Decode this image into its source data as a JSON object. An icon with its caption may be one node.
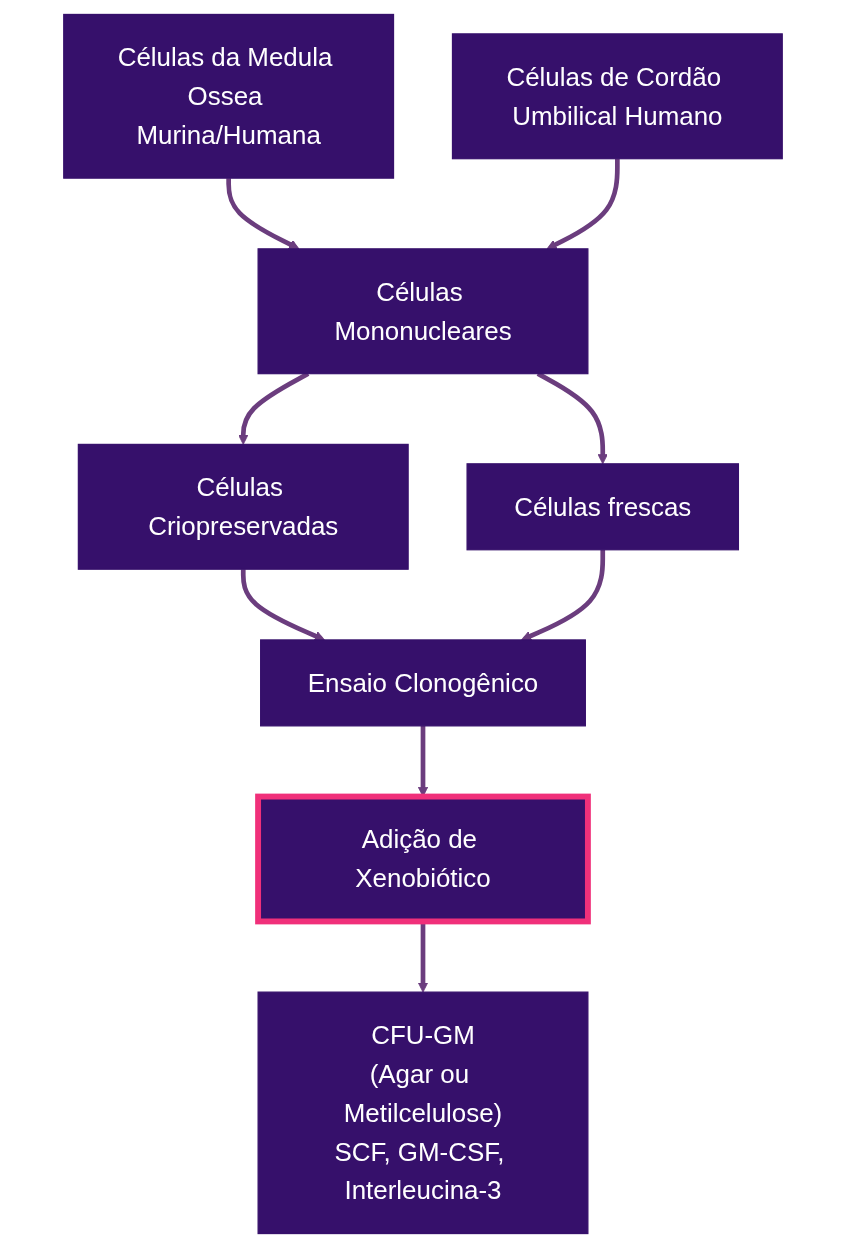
{
  "diagram": {
    "nodes": [
      {
        "text": [
          "Células da Medula Ossea Murina/Humana"
        ]
      },
      {
        "text": [
          "Células de Cordão Umbilical Humano"
        ]
      },
      {
        "text": [
          "Células Mononucleares"
        ]
      },
      {
        "text": [
          "Células Criopreservadas"
        ]
      },
      {
        "text": [
          "Células frescas"
        ]
      },
      {
        "text": [
          "Ensaio Clonogênico"
        ]
      },
      {
        "text": [
          "Adição de Xenobiótico"
        ]
      },
      {
        "text": [
          "CFU-GM",
          "(Agar ou Metilcelulose)",
          "SCF, GM-CSF, Interleucina-3"
        ]
      }
    ],
    "edges": [
      {
        "from": 0,
        "to": 2,
        "arrow": "to"
      },
      {
        "from": 1,
        "to": 2,
        "arrow": "to"
      },
      {
        "from": 2,
        "to": 3,
        "arrow": "to"
      },
      {
        "from": 2,
        "to": 4,
        "arrow": "to"
      },
      {
        "from": 3,
        "to": 5,
        "arrow": "to"
      },
      {
        "from": 4,
        "to": 5,
        "arrow": "to"
      },
      {
        "from": 5,
        "to": 6,
        "arrow": "to"
      },
      {
        "from": 6,
        "to": 7,
        "arrow": "to"
      }
    ]
  }
}
